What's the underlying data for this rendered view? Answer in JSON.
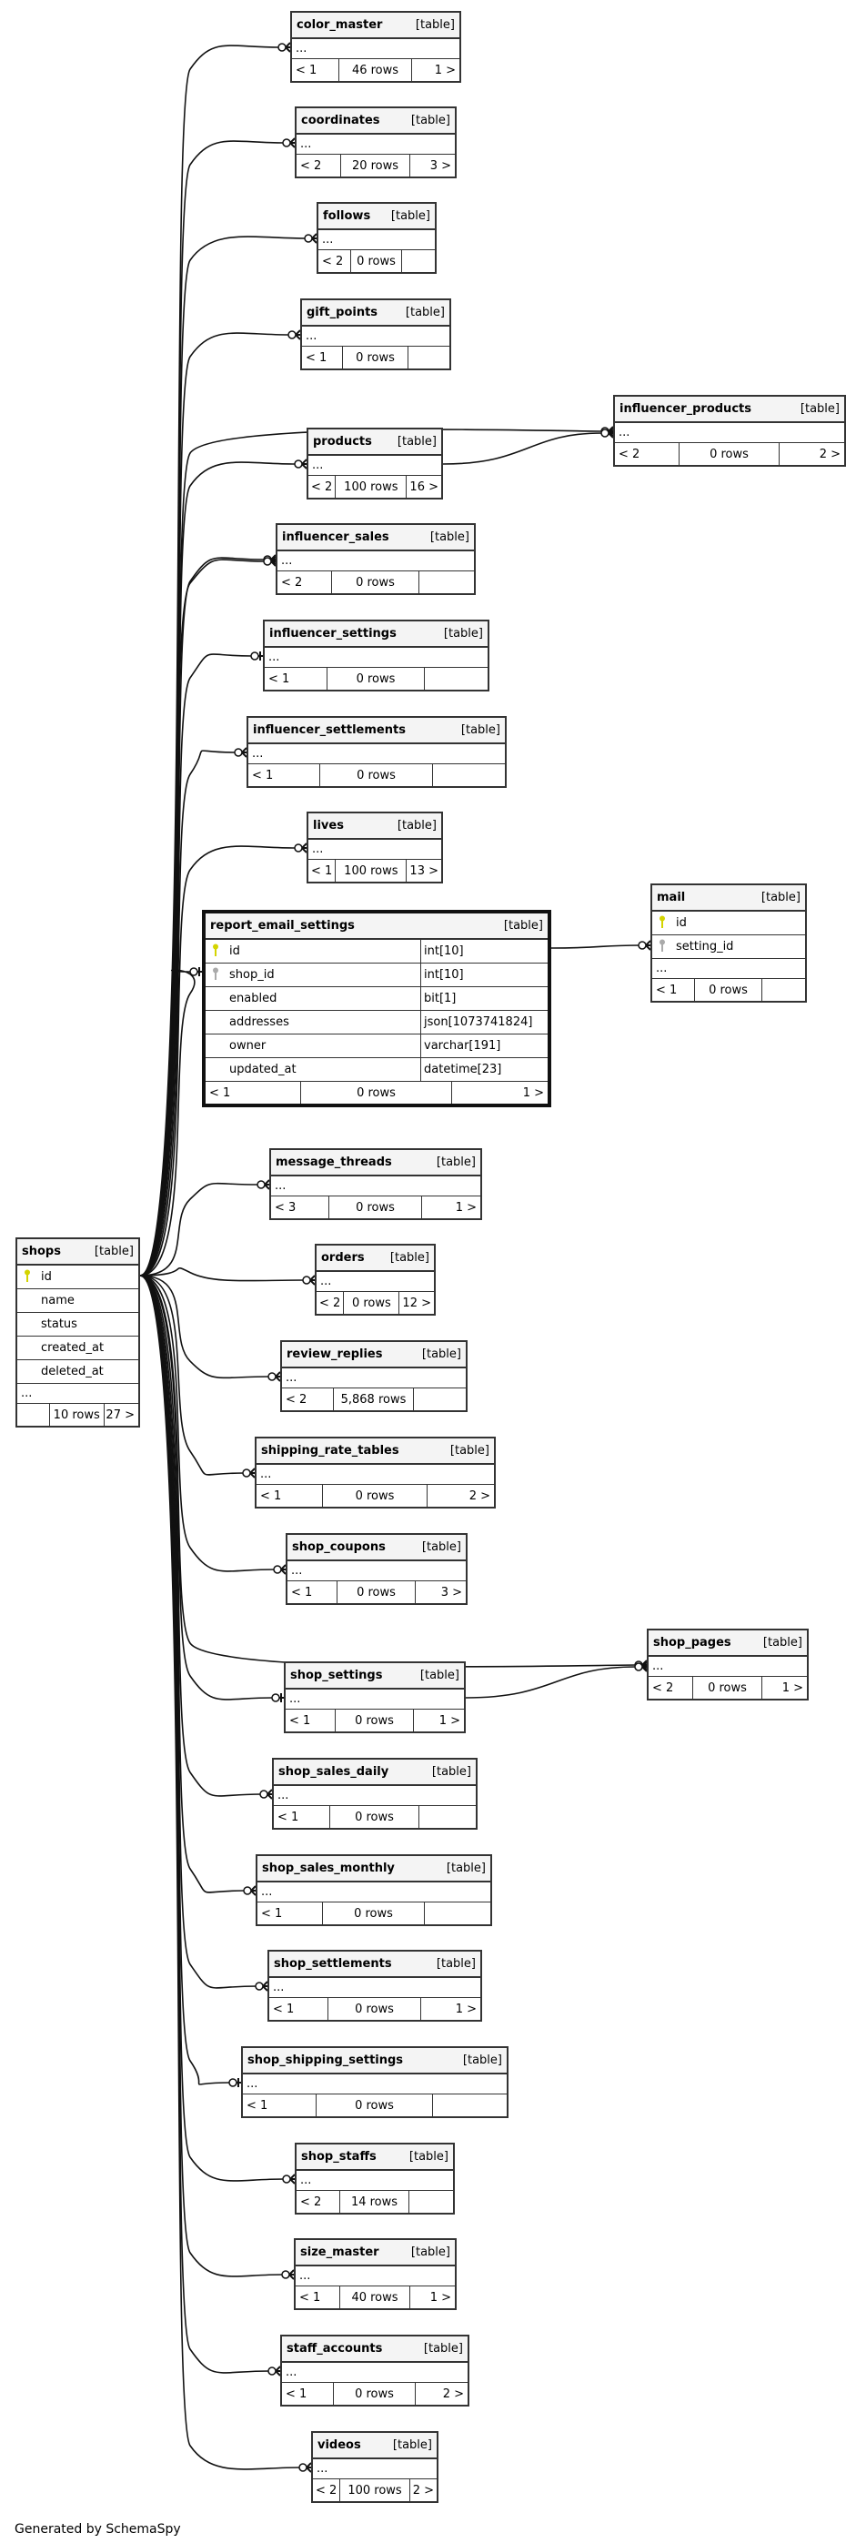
{
  "colors": {
    "primary_key": "#d4d400",
    "foreign_key": "#aaaaaa",
    "header_bg": "#f4f4f4",
    "border": "#333333"
  },
  "type_label": "[table]",
  "ellipsis": "...",
  "tables": [
    {
      "name": "color_master",
      "footer": {
        "parents": "< 1",
        "rows": "46 rows",
        "children": "1 >"
      }
    },
    {
      "name": "coordinates",
      "footer": {
        "parents": "< 2",
        "rows": "20 rows",
        "children": "3 >"
      }
    },
    {
      "name": "follows",
      "footer": {
        "parents": "< 2",
        "rows": "0 rows",
        "children": ""
      }
    },
    {
      "name": "gift_points",
      "footer": {
        "parents": "< 1",
        "rows": "0 rows",
        "children": ""
      }
    },
    {
      "name": "influencer_products",
      "footer": {
        "parents": "< 2",
        "rows": "0 rows",
        "children": "2 >"
      }
    },
    {
      "name": "products",
      "footer": {
        "parents": "< 2",
        "rows": "100 rows",
        "children": "16 >"
      }
    },
    {
      "name": "influencer_sales",
      "footer": {
        "parents": "< 2",
        "rows": "0 rows",
        "children": ""
      }
    },
    {
      "name": "influencer_settings",
      "footer": {
        "parents": "< 1",
        "rows": "0 rows",
        "children": ""
      }
    },
    {
      "name": "influencer_settlements",
      "footer": {
        "parents": "< 1",
        "rows": "0 rows",
        "children": ""
      }
    },
    {
      "name": "lives",
      "footer": {
        "parents": "< 1",
        "rows": "100 rows",
        "children": "13 >"
      }
    },
    {
      "name": "report_email_settings",
      "focus": true,
      "columns": [
        {
          "name": "id",
          "type": "int[10]",
          "key": "primary"
        },
        {
          "name": "shop_id",
          "type": "int[10]",
          "key": "foreign"
        },
        {
          "name": "enabled",
          "type": "bit[1]",
          "key": ""
        },
        {
          "name": "addresses",
          "type": "json[1073741824]",
          "key": ""
        },
        {
          "name": "owner",
          "type": "varchar[191]",
          "key": ""
        },
        {
          "name": "updated_at",
          "type": "datetime[23]",
          "key": ""
        }
      ],
      "footer": {
        "parents": "< 1",
        "rows": "0 rows",
        "children": "1 >"
      }
    },
    {
      "name": "mail",
      "columns": [
        {
          "name": "id",
          "key": "primary"
        },
        {
          "name": "setting_id",
          "key": "foreign"
        }
      ],
      "more": true,
      "footer": {
        "parents": "< 1",
        "rows": "0 rows",
        "children": ""
      }
    },
    {
      "name": "message_threads",
      "footer": {
        "parents": "< 3",
        "rows": "0 rows",
        "children": "1 >"
      }
    },
    {
      "name": "orders",
      "footer": {
        "parents": "< 2",
        "rows": "0 rows",
        "children": "12 >"
      }
    },
    {
      "name": "review_replies",
      "footer": {
        "parents": "< 2",
        "rows": "5,868 rows",
        "children": ""
      }
    },
    {
      "name": "shipping_rate_tables",
      "footer": {
        "parents": "< 1",
        "rows": "0 rows",
        "children": "2 >"
      }
    },
    {
      "name": "shop_coupons",
      "footer": {
        "parents": "< 1",
        "rows": "0 rows",
        "children": "3 >"
      }
    },
    {
      "name": "shop_pages",
      "footer": {
        "parents": "< 2",
        "rows": "0 rows",
        "children": "1 >"
      }
    },
    {
      "name": "shop_settings",
      "footer": {
        "parents": "< 1",
        "rows": "0 rows",
        "children": "1 >"
      }
    },
    {
      "name": "shop_sales_daily",
      "footer": {
        "parents": "< 1",
        "rows": "0 rows",
        "children": ""
      }
    },
    {
      "name": "shop_sales_monthly",
      "footer": {
        "parents": "< 1",
        "rows": "0 rows",
        "children": ""
      }
    },
    {
      "name": "shop_settlements",
      "footer": {
        "parents": "< 1",
        "rows": "0 rows",
        "children": "1 >"
      }
    },
    {
      "name": "shop_shipping_settings",
      "footer": {
        "parents": "< 1",
        "rows": "0 rows",
        "children": ""
      }
    },
    {
      "name": "shop_staffs",
      "footer": {
        "parents": "< 2",
        "rows": "14 rows",
        "children": ""
      }
    },
    {
      "name": "size_master",
      "footer": {
        "parents": "< 1",
        "rows": "40 rows",
        "children": "1 >"
      }
    },
    {
      "name": "staff_accounts",
      "footer": {
        "parents": "< 1",
        "rows": "0 rows",
        "children": "2 >"
      }
    },
    {
      "name": "videos",
      "footer": {
        "parents": "< 2",
        "rows": "100 rows",
        "children": "2 >"
      }
    },
    {
      "name": "shops",
      "columns": [
        {
          "name": "id",
          "key": "primary"
        },
        {
          "name": "name",
          "key": ""
        },
        {
          "name": "status",
          "key": ""
        },
        {
          "name": "created_at",
          "key": ""
        },
        {
          "name": "deleted_at",
          "key": ""
        }
      ],
      "more": true,
      "footer": {
        "parents": "",
        "rows": "10 rows",
        "children": "27 >"
      }
    }
  ],
  "relationships": [
    {
      "from": "shops",
      "to": "color_master",
      "card": "many"
    },
    {
      "from": "shops",
      "to": "coordinates",
      "card": "many"
    },
    {
      "from": "shops",
      "to": "follows",
      "card": "many"
    },
    {
      "from": "shops",
      "to": "gift_points",
      "card": "many"
    },
    {
      "from": "shops",
      "to": "influencer_products",
      "card": "many"
    },
    {
      "from": "products",
      "to": "influencer_products",
      "card": "many"
    },
    {
      "from": "shops",
      "to": "products",
      "card": "many"
    },
    {
      "from": "shops",
      "to": "influencer_sales",
      "card": "many"
    },
    {
      "from": "shops",
      "to": "influencer_sales",
      "card": "many"
    },
    {
      "from": "shops",
      "to": "influencer_settings",
      "card": "one"
    },
    {
      "from": "shops",
      "to": "influencer_settlements",
      "card": "many"
    },
    {
      "from": "shops",
      "to": "lives",
      "card": "many"
    },
    {
      "from": "shops",
      "to": "report_email_settings",
      "card": "one"
    },
    {
      "from": "report_email_settings",
      "to": "mail",
      "card": "many"
    },
    {
      "from": "shops",
      "to": "message_threads",
      "card": "many"
    },
    {
      "from": "shops",
      "to": "orders",
      "card": "many"
    },
    {
      "from": "shops",
      "to": "review_replies",
      "card": "many"
    },
    {
      "from": "shops",
      "to": "shipping_rate_tables",
      "card": "many"
    },
    {
      "from": "shops",
      "to": "shop_coupons",
      "card": "many"
    },
    {
      "from": "shops",
      "to": "shop_pages",
      "card": "many"
    },
    {
      "from": "shop_settings",
      "to": "shop_pages",
      "card": "many"
    },
    {
      "from": "shops",
      "to": "shop_settings",
      "card": "one"
    },
    {
      "from": "shops",
      "to": "shop_sales_daily",
      "card": "many"
    },
    {
      "from": "shops",
      "to": "shop_sales_monthly",
      "card": "many"
    },
    {
      "from": "shops",
      "to": "shop_settlements",
      "card": "many"
    },
    {
      "from": "shops",
      "to": "shop_shipping_settings",
      "card": "one"
    },
    {
      "from": "shops",
      "to": "shop_staffs",
      "card": "many"
    },
    {
      "from": "shops",
      "to": "size_master",
      "card": "many"
    },
    {
      "from": "shops",
      "to": "staff_accounts",
      "card": "many"
    },
    {
      "from": "shops",
      "to": "videos",
      "card": "many"
    }
  ],
  "footer_note": "Generated by SchemaSpy"
}
